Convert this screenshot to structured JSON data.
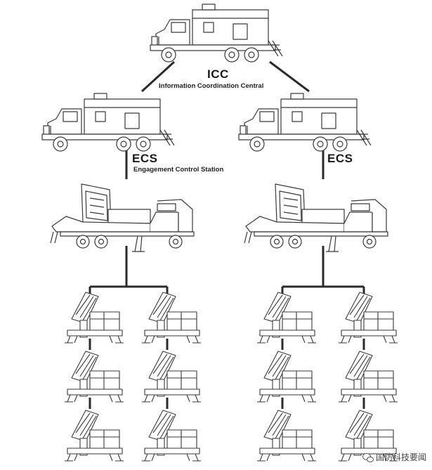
{
  "labels": {
    "icc_title": "ICC",
    "icc_subtitle": "Information Coordination Central",
    "ecs_left_title": "ECS",
    "ecs_left_subtitle": "Engagement Control Station",
    "ecs_right_title": "ECS"
  },
  "watermark": {
    "text": "国防科技要闻",
    "icon": "wechat-icon"
  },
  "colors": {
    "line": "#2b2b2b",
    "vehicle_stroke": "#3a3a3a",
    "background": "#ffffff"
  }
}
